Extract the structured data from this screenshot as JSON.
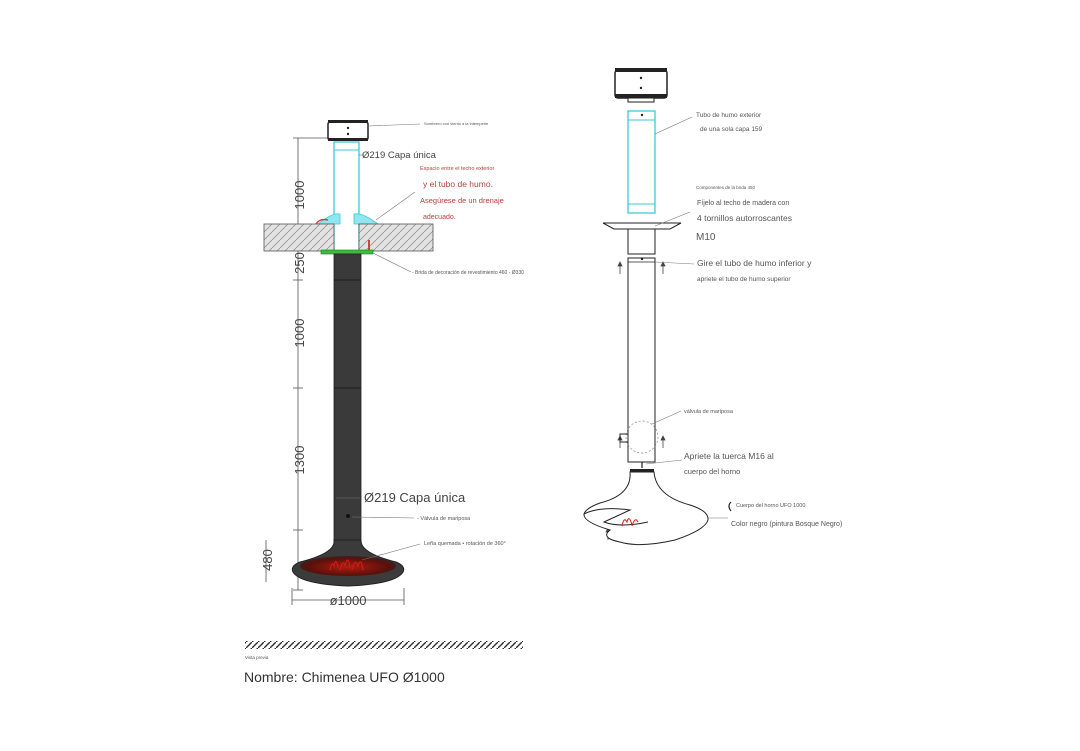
{
  "left": {
    "cap_label": "Sombrero con viento a la intemperie",
    "top_pipe_label": "Ø219 Capa única",
    "gap_line1": "Espacio entre el techo exterior",
    "gap_line2": "y el tubo de humo.",
    "gap_line3": "Asegúrese de un drenaje",
    "gap_line4": "adecuado.",
    "flange_label": "- Brida de decoración de revestimiento 460 - Ø330",
    "dims": [
      "1000",
      "250",
      "1000",
      "1300",
      "480"
    ],
    "pipe_label": "Ø219 Capa única",
    "valve_label": "- Válvula de mariposa",
    "fire_label": "Leña quemada • rotación de 360°",
    "width_dim": "ø1000",
    "ground_label": "Vista previa",
    "name": "Nombre: Chimenea UFO Ø1000"
  },
  "right": {
    "ext_pipe_line1": "Tubo de humo exterior",
    "ext_pipe_line2": "de una sola capa 159",
    "flange_header": "Componentes de la brida 450",
    "flange_line1": "Fíjelo al techo de madera con",
    "flange_line2": "4 tornillos autorroscantes",
    "flange_line3": "M10",
    "rotate_line1": "Gire el tubo de humo inferior y",
    "rotate_line2": "apriete el tubo de humo superior",
    "valve_label": "válvula de mariposa",
    "nut_line1": "Apriete la tuerca M16 al",
    "nut_line2": "cuerpo del horno",
    "body_line1": "Cuerpo del horno UFO 1000",
    "body_line2": "Color negro (pintura Bosque Negro)"
  }
}
